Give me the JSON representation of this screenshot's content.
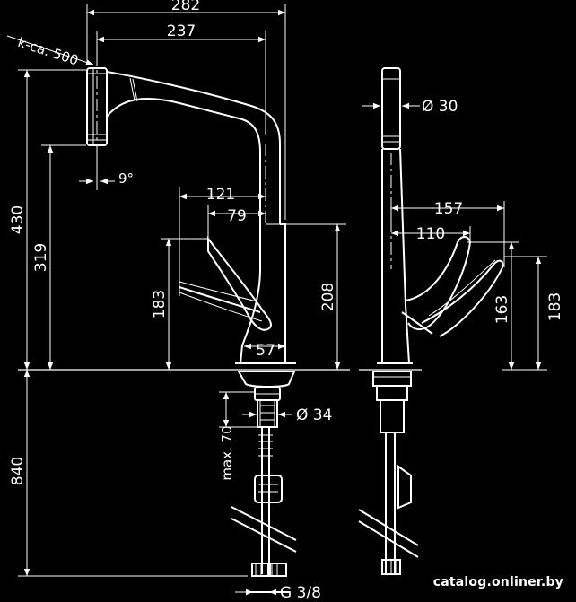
{
  "dimensions": {
    "width_total": "282",
    "width_spout": "237",
    "hose_length": "k-ca. 500",
    "height_total": "430",
    "height_spout": "319",
    "swivel_angle": "9°",
    "handle_reach": "121",
    "handle_offset": "79",
    "handle_height": "183",
    "body_height": "208",
    "body_width": "57",
    "max_thickness": "max. 70",
    "mount_diameter": "Ø 34",
    "below_deck": "840",
    "connection": "G 3/8",
    "spout_diameter": "Ø 30",
    "side_reach": "157",
    "side_offset": "110",
    "side_height_low": "163",
    "side_height_high": "183"
  },
  "watermark": "catalog.onliner.by",
  "colors": {
    "background": "#000000",
    "stroke": "#ffffff"
  }
}
